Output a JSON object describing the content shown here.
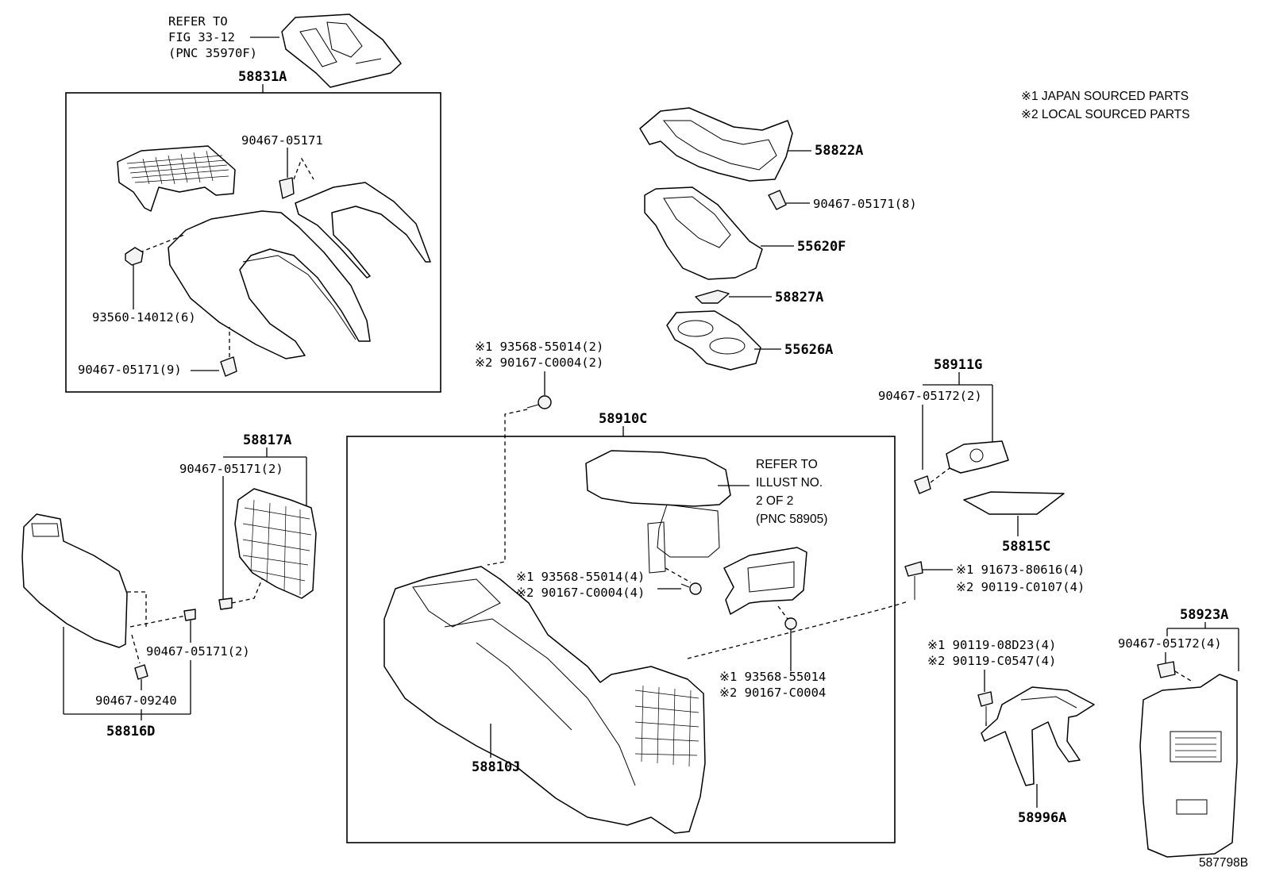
{
  "legend": {
    "note1": "※1 JAPAN SOURCED PARTS",
    "note2": "※2 LOCAL SOURCED PARTS"
  },
  "figure_id": "587798B",
  "groups": {
    "g58831A": "58831A",
    "g58817A": "58817A",
    "g58816D": "58816D",
    "g58910C": "58910C",
    "g58911G": "58911G",
    "g58923A": "58923A"
  },
  "refer_top": {
    "line1": "REFER TO",
    "line2": "FIG 33-12",
    "line3": "(PNC 35970F)"
  },
  "refer_illust": {
    "line1": "REFER TO",
    "line2": "ILLUST NO.",
    "line3": "2 OF 2",
    "line4": "(PNC 58905)"
  },
  "parts": {
    "p90467_05171_a": "90467-05171",
    "p93560_14012": "93560-14012(6)",
    "p90467_05171_9": "90467-05171(9)",
    "p58822A": "58822A",
    "p90467_05171_8": "90467-05171(8)",
    "p55620F": "55620F",
    "p58827A": "58827A",
    "p55626A": "55626A",
    "p93568_2_top_1": "※1 93568-55014(2)",
    "p90167_2_top_2": "※2 90167-C0004(2)",
    "p90467_05172_2": "90467-05172(2)",
    "p58815C": "58815C",
    "p90467_05171_2a": "90467-05171(2)",
    "p90467_05171_2b": "90467-05171(2)",
    "p90467_09240": "90467-09240",
    "p93568_4_1": "※1 93568-55014(4)",
    "p90167_4_2": "※2 90167-C0004(4)",
    "p93568_mid_1": "※1 93568-55014",
    "p90167_mid_2": "※2 90167-C0004",
    "p91673_1": "※1 91673-80616(4)",
    "p90119_c0107_2": "※2 90119-C0107(4)",
    "p90119_08d23_1": "※1 90119-08D23(4)",
    "p90119_c0547_2": "※2 90119-C0547(4)",
    "p58810J": "58810J",
    "p58996A": "58996A",
    "p90467_05172_4": "90467-05172(4)"
  }
}
